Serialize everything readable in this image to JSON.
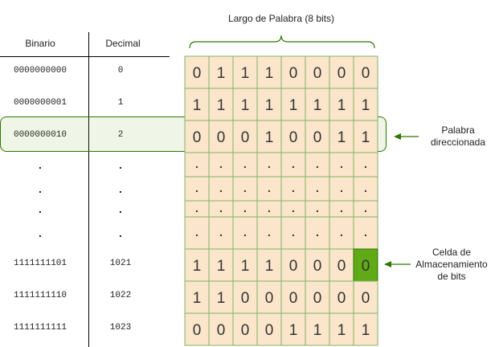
{
  "headers": {
    "binary": "Binario",
    "decimal": "Decimal"
  },
  "word_length_label": "Largo de Palabra (8 bits)",
  "rows": [
    {
      "binary": "0000000000",
      "decimal": "0",
      "bits": [
        "0",
        "1",
        "1",
        "1",
        "0",
        "0",
        "0",
        "0"
      ]
    },
    {
      "binary": "0000000001",
      "decimal": "1",
      "bits": [
        "1",
        "1",
        "1",
        "1",
        "1",
        "1",
        "1",
        "1"
      ]
    },
    {
      "binary": "0000000010",
      "decimal": "2",
      "bits": [
        "0",
        "0",
        "0",
        "1",
        "0",
        "0",
        "1",
        "1"
      ]
    },
    {
      "binary": ".",
      "decimal": ".",
      "bits": [
        ".",
        ".",
        ".",
        ".",
        ".",
        ".",
        ".",
        "."
      ]
    },
    {
      "binary": ".",
      "decimal": ".",
      "bits": [
        ".",
        ".",
        ".",
        ".",
        ".",
        ".",
        ".",
        "."
      ]
    },
    {
      "binary": ".",
      "decimal": ".",
      "bits": [
        ".",
        ".",
        ".",
        ".",
        ".",
        ".",
        ".",
        "."
      ]
    },
    {
      "binary": ".",
      "decimal": ".",
      "bits": [
        ".",
        ".",
        ".",
        ".",
        ".",
        ".",
        ".",
        "."
      ]
    },
    {
      "binary": "1111111101",
      "decimal": "1021",
      "bits": [
        "1",
        "1",
        "1",
        "1",
        "0",
        "0",
        "0",
        "0"
      ]
    },
    {
      "binary": "1111111110",
      "decimal": "1022",
      "bits": [
        "1",
        "1",
        "0",
        "0",
        "0",
        "0",
        "0",
        "0"
      ]
    },
    {
      "binary": "1111111111",
      "decimal": "1023",
      "bits": [
        "0",
        "0",
        "0",
        "0",
        "1",
        "1",
        "1",
        "1"
      ]
    }
  ],
  "addressed_row": 2,
  "highlight_cell": {
    "row": 7,
    "col": 7
  },
  "annotations": {
    "addressed_word": [
      "Palabra",
      "direccionada"
    ],
    "storage_cell": [
      "Celda de",
      "Almacenamiento",
      "de bits"
    ]
  },
  "colors": {
    "cell_fill": "#fbe5cb",
    "cell_border": "#82b366",
    "highlight_fill": "#60a917",
    "highlight_border": "#2d7600",
    "accent_green": "#2d7600"
  }
}
